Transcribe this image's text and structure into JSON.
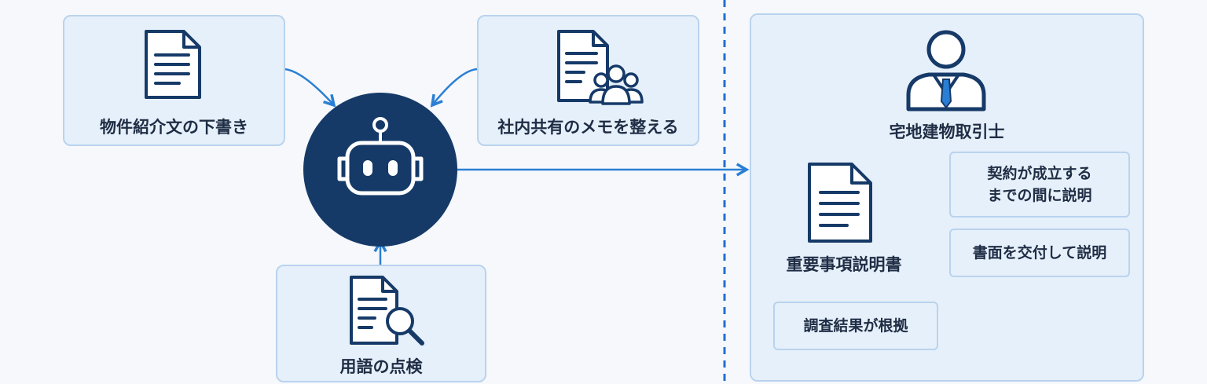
{
  "left": {
    "input_draft": "物件紹介文の下書き",
    "input_memo": "社内共有のメモを整える",
    "input_check": "用語の点検"
  },
  "right": {
    "role": "宅地建物取引士",
    "document": "重要事項説明書",
    "explain_before": [
      "契約が成立する",
      "までの間に説明"
    ],
    "explain_written": "書面を交付して説明",
    "basis": "調査結果が根拠"
  },
  "colors": {
    "navy": "#163a68",
    "arrow": "#2a7fd4",
    "card_fill": "#e6f0fa",
    "card_border": "#b9d3ee"
  },
  "icons": {
    "draft": "document-icon",
    "memo": "document-with-people-icon",
    "check": "document-magnifier-icon",
    "center": "robot-icon",
    "role": "businessperson-icon",
    "doc": "document-icon"
  }
}
